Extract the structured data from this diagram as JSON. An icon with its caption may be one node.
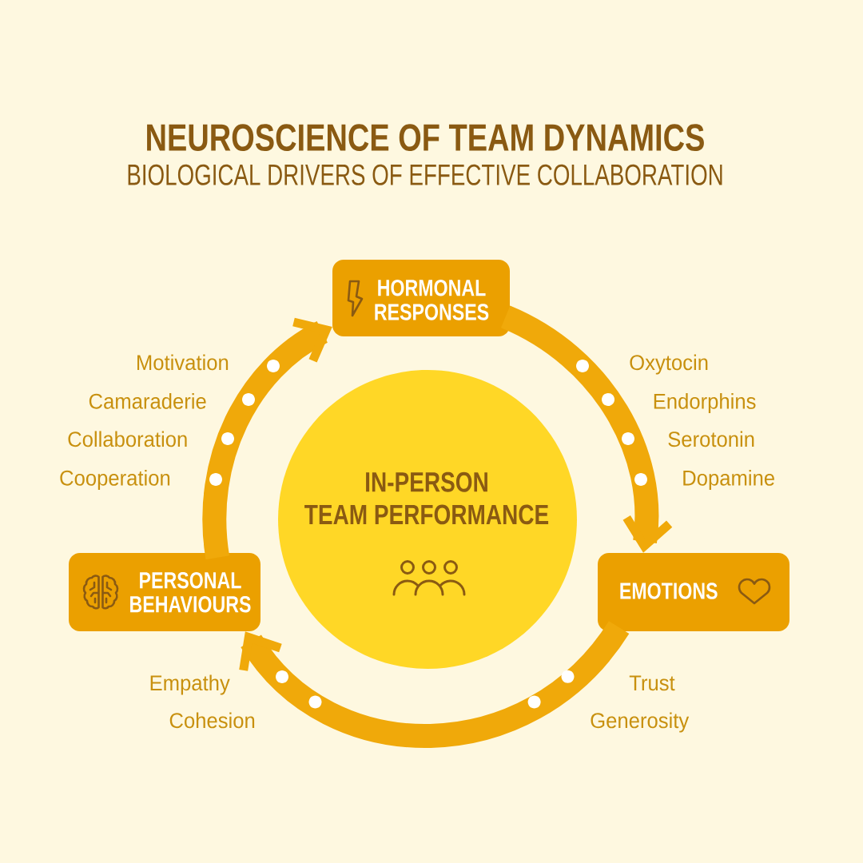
{
  "diagram": {
    "title": "NEUROSCIENCE OF TEAM DYNAMICS",
    "nodes": [
      {
        "text": [
          "HORMONAL RESPONSES"
        ]
      },
      {
        "text": [
          "IN-PERSON TEAM PERFORMANCE"
        ]
      },
      {
        "text": [
          "PERSONAL BEHAVIOURS"
        ]
      },
      {
        "text": [
          "EMOTIONS"
        ]
      }
    ],
    "edges": [
      {
        "from": 0,
        "to": 3,
        "arrow": "to"
      },
      {
        "from": 3,
        "to": 2,
        "arrow": "to"
      },
      {
        "from": 2,
        "to": 0,
        "arrow": "to"
      }
    ],
    "labels": [
      "BIOLOGICAL DRIVERS OF EFFECTIVE COLLABORATION",
      "Motivation",
      "Oxytocin",
      "Camaraderie",
      "Endorphins",
      "Collaboration",
      "Serotonin",
      "Cooperation",
      "Dopamine",
      "Empathy",
      "Trust",
      "Cohesion",
      "Generosity"
    ]
  }
}
